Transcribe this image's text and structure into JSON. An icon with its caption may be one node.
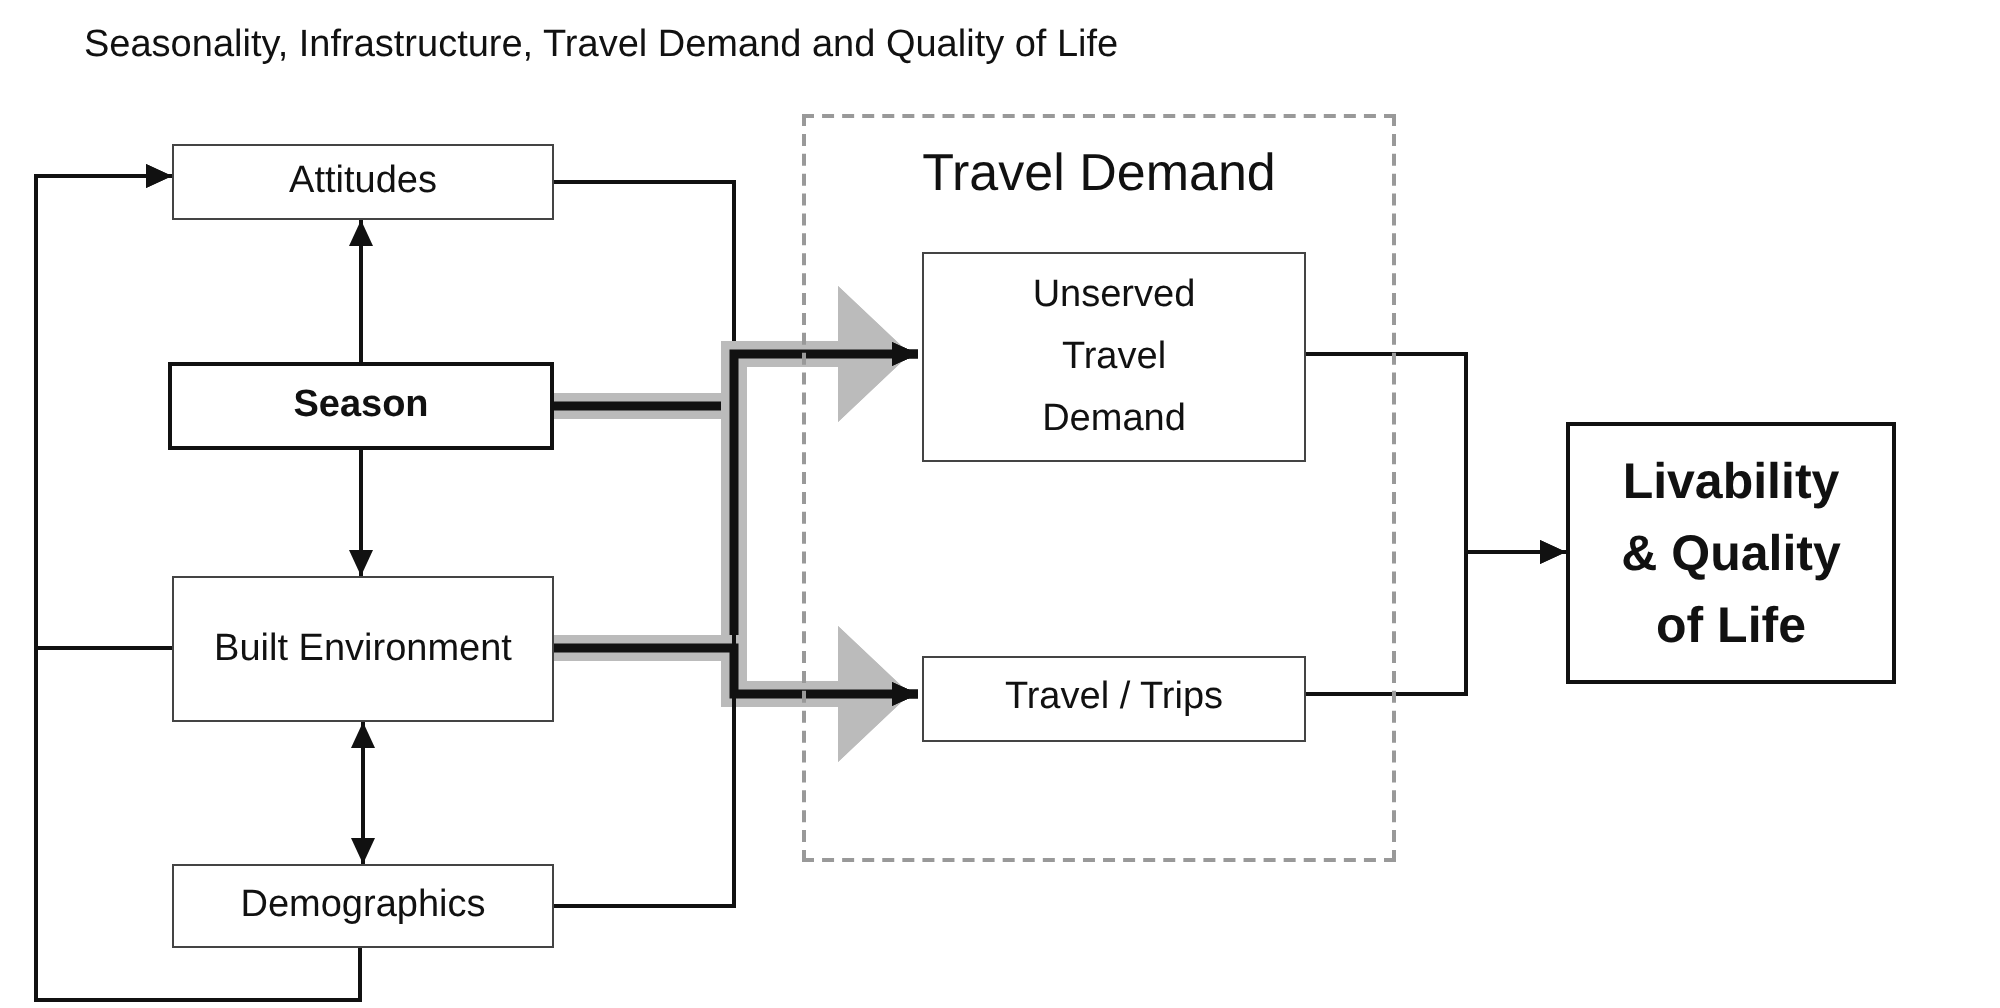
{
  "diagram": {
    "title": "Seasonality, Infrastructure, Travel Demand and Quality of Life",
    "nodes": [
      {
        "text": [
          "Attitudes"
        ]
      },
      {
        "text": [
          "Season"
        ]
      },
      {
        "text": [
          "Built Environment"
        ]
      },
      {
        "text": [
          "Demographics"
        ]
      },
      {
        "text": [
          "Travel Demand"
        ]
      },
      {
        "text": [
          "Unserved Travel Demand"
        ],
        "in": 4
      },
      {
        "text": [
          "Travel / Trips"
        ],
        "in": 4
      },
      {
        "text": [
          "Livability & Quality of Life"
        ]
      }
    ],
    "edges": [
      {
        "from": 1,
        "to": 0,
        "arrow": "to"
      },
      {
        "from": 1,
        "to": 2,
        "arrow": "to"
      },
      {
        "from": 2,
        "to": 3,
        "arrow": "both"
      },
      {
        "from": 3,
        "to": 0,
        "arrow": "to"
      },
      {
        "from": 2,
        "to": 0,
        "arrow": "to"
      },
      {
        "from": 0,
        "to": 5,
        "arrow": "to"
      },
      {
        "from": 0,
        "to": 6,
        "arrow": "to"
      },
      {
        "from": 1,
        "to": 5,
        "arrow": "to",
        "style": "thick"
      },
      {
        "from": 1,
        "to": 6,
        "arrow": "to",
        "style": "thick"
      },
      {
        "from": 2,
        "to": 5,
        "arrow": "to",
        "style": "thick"
      },
      {
        "from": 2,
        "to": 6,
        "arrow": "to",
        "style": "thick"
      },
      {
        "from": 3,
        "to": 5,
        "arrow": "to"
      },
      {
        "from": 3,
        "to": 6,
        "arrow": "to"
      },
      {
        "from": 5,
        "to": 7,
        "arrow": "to"
      },
      {
        "from": 6,
        "to": 7,
        "arrow": "to"
      }
    ]
  }
}
